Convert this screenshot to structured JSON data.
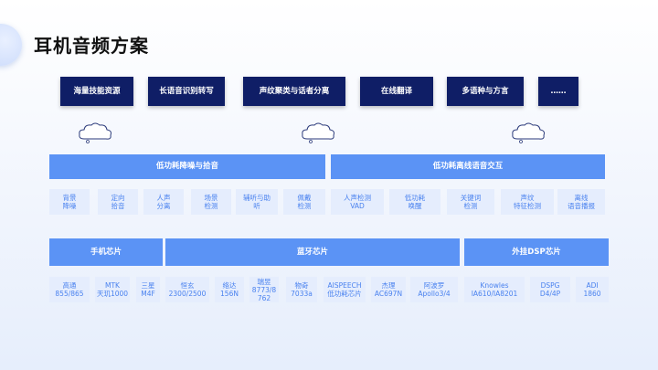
{
  "title": "耳机音频方案",
  "top_boxes": [
    "海量技能资源",
    "长语音识别转写",
    "声纹聚类与话者分离",
    "在线翻译",
    "多语种与方言",
    "……"
  ],
  "section1": {
    "left_header": "低功耗降噪与拾音",
    "right_header": "低功耗离线语音交互",
    "left_items": [
      "背景\n降噪",
      "定向\n拾音",
      "人声\n分离",
      "场景\n检测",
      "辅听与助\n听",
      "佩戴\n检测"
    ],
    "right_items": [
      "人声检测\nVAD",
      "低功耗\n唤醒",
      "关键词\n检测",
      "声纹\n特征检测",
      "离线\n语音播报"
    ]
  },
  "section2": {
    "headers": [
      "手机芯片",
      "蓝牙芯片",
      "外挂DSP芯片"
    ],
    "phone_items": [
      "高通\n855/865",
      "MTK\n天玑1000",
      "三星\nM4F"
    ],
    "bt_items": [
      "恒玄\n2300/2500",
      "络达\n156N",
      "瑞昱\n8773/8\n762",
      "物奇\n7033a",
      "AISPEECH\n低功耗芯片",
      "杰理\nAC697N",
      "阿波罗\nApollo3/4"
    ],
    "dsp_items": [
      "Knowles\nIA610/IA8201",
      "DSPG\nD4/4P",
      "ADI\n1860"
    ]
  },
  "colors": {
    "navy": "#0f1e66",
    "blue": "#5b93f5",
    "cell_bg": "#e5edfd",
    "cell_text": "#4a82ef"
  }
}
